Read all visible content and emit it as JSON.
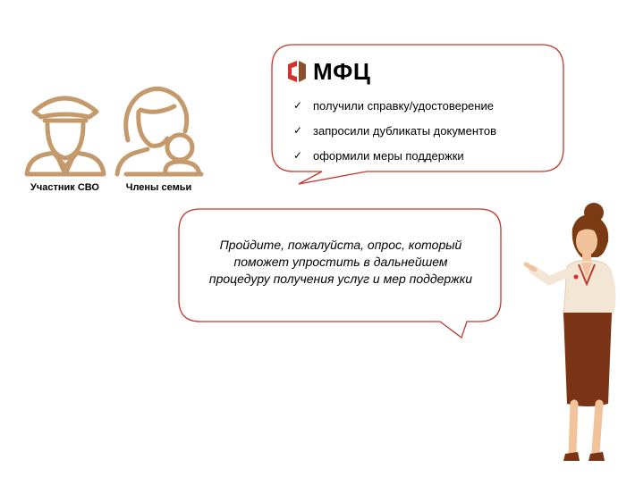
{
  "figures": {
    "participant_caption": "Участник СВО",
    "family_caption": "Члены семьи"
  },
  "mfc_bubble": {
    "logo_text": "МФЦ",
    "items": [
      {
        "label": "получили справку/удостоверение",
        "icon": "check-mark"
      },
      {
        "label": "запросили дубликаты документов",
        "icon": "check-mark"
      },
      {
        "label": "оформили меры поддержки",
        "icon": "check-mark"
      }
    ]
  },
  "speech_bubble": {
    "lines": [
      "Пройдите, пожалуйста, опрос, который",
      "поможет упростить в дальнейшем",
      "процедуру получения услуг и мер поддержки"
    ]
  },
  "colors": {
    "icon_brown": "#c49a6c",
    "bubble_border": "#c0392b",
    "logo_red": "#d62f2f",
    "logo_brown": "#8a4f2b",
    "skirt_brown": "#7a3314",
    "skin": "#f2c29a",
    "hair": "#7a3b12"
  }
}
